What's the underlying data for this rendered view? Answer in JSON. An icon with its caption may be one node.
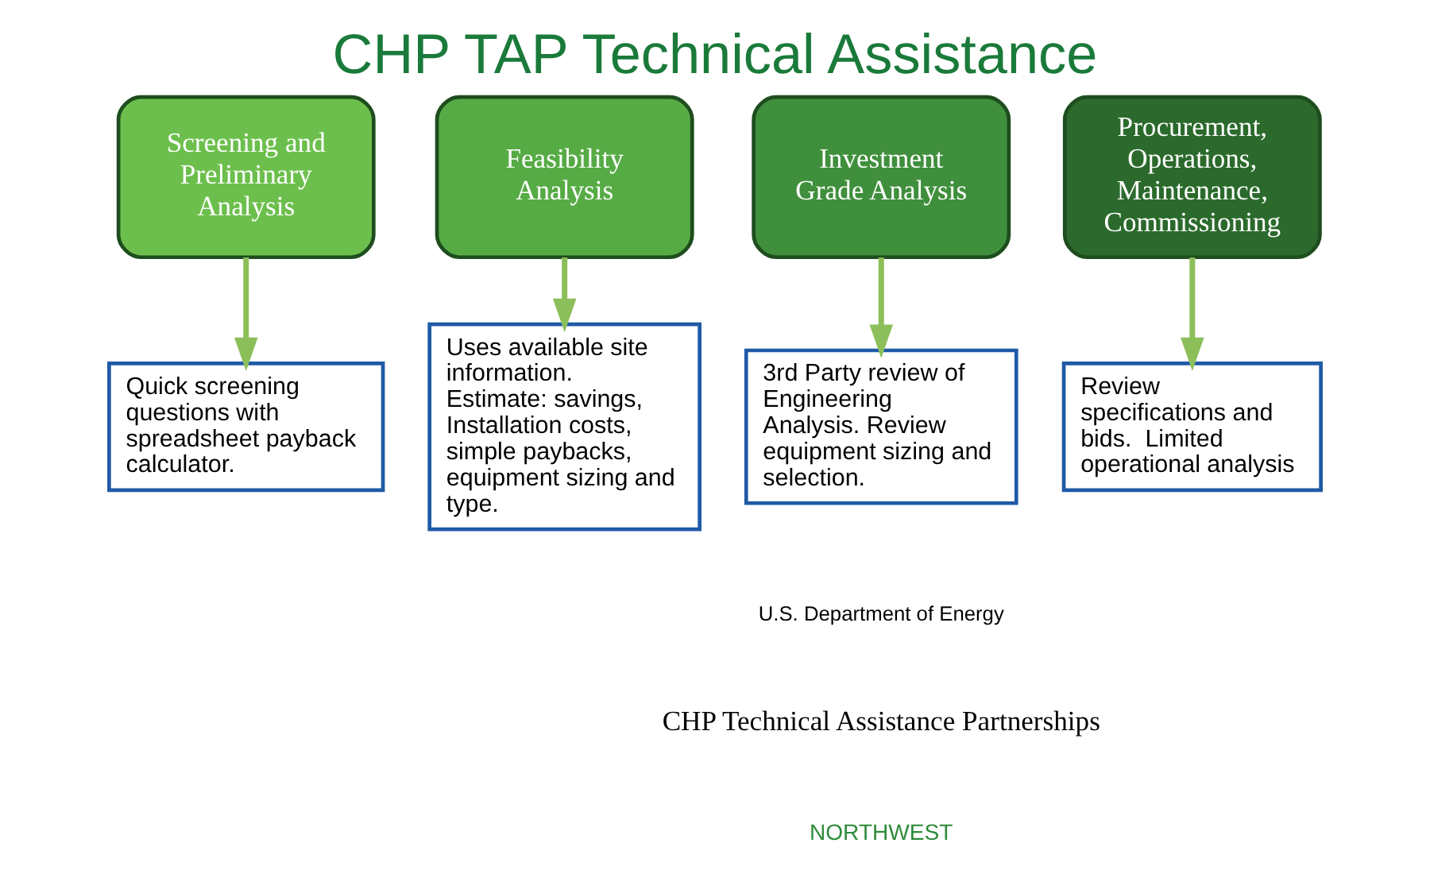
{
  "diagram": {
    "title": "CHP TAP Technical Assistance",
    "nodes": [
      {
        "text": [
          "Screening and Preliminary Analysis"
        ]
      },
      {
        "text": [
          "Feasibility Analysis"
        ]
      },
      {
        "text": [
          "Investment Grade Analysis"
        ]
      },
      {
        "text": [
          "Procurement, Operations, Maintenance, Commissioning"
        ]
      },
      {
        "text": [
          "Quick screening questions with spreadsheet payback calculator."
        ]
      },
      {
        "text": [
          "Uses available site information. Estimate: savings, Installation costs, simple paybacks, equipment sizing and type."
        ]
      },
      {
        "text": [
          "3rd Party review of Engineering Analysis. Review equipment sizing and selection."
        ]
      },
      {
        "text": [
          "Review specifications and bids.  Limited operational analysis"
        ]
      }
    ],
    "edges": [
      {
        "from": 0,
        "to": 4,
        "arrow": "to"
      },
      {
        "from": 1,
        "to": 5,
        "arrow": "to"
      },
      {
        "from": 2,
        "to": 6,
        "arrow": "to"
      },
      {
        "from": 3,
        "to": 7,
        "arrow": "to"
      }
    ],
    "labels": [
      "U.S. Department of Energy",
      "CHP Technical Assistance Partnerships",
      "NORTHWEST"
    ]
  }
}
